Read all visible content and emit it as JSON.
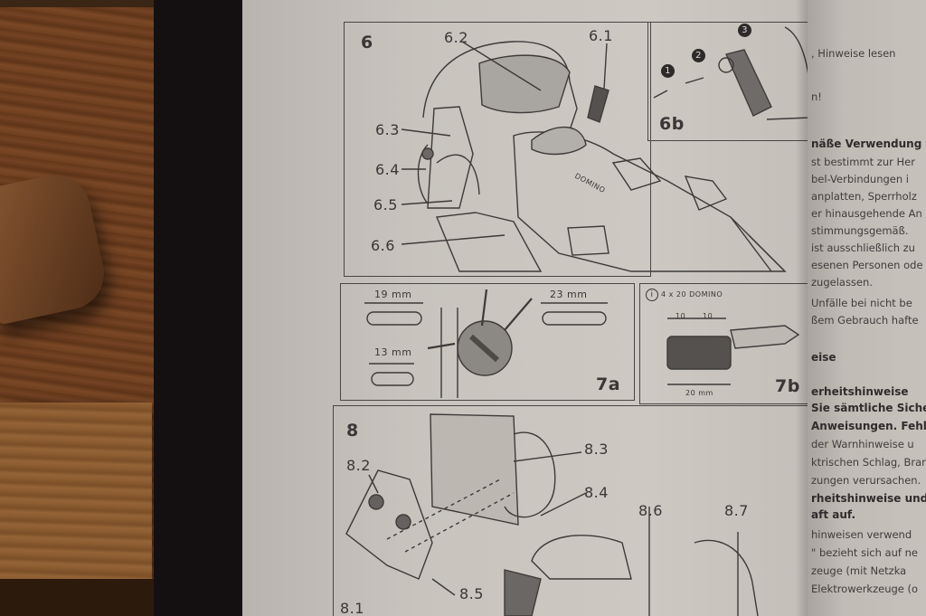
{
  "figure6": {
    "panel_number": "6",
    "callouts": [
      "6.1",
      "6.2",
      "6.3",
      "6.4",
      "6.5",
      "6.6"
    ],
    "tool_text": "DOMINO"
  },
  "figure6b": {
    "step_numbers": [
      "1",
      "2",
      "3"
    ],
    "panel_label": "6b"
  },
  "figure7a": {
    "dimensions": [
      "19 mm",
      "23 mm",
      "13 mm"
    ],
    "panel_label": "7a"
  },
  "figure7b": {
    "info_icon": "i",
    "caption": "4 x 20 DOMINO",
    "dim_left": "10",
    "dim_right": "10",
    "length": "20 mm",
    "panel_label": "7b"
  },
  "figure8": {
    "panel_number": "8",
    "callouts": [
      "8.1",
      "8.2",
      "8.3",
      "8.4",
      "8.5",
      "8.6",
      "8.7"
    ]
  },
  "right_page_text": [
    ", Hinweise lesen",
    "n!",
    "näße Verwendung",
    "st bestimmt zur Her",
    "bel-Verbindungen i",
    "anplatten, Sperrholz",
    "er hinausgehende An",
    "stimmungsgemäß.",
    "ist ausschließlich zu",
    "esenen Personen ode",
    "zugelassen.",
    "Unfälle bei nicht be",
    "ßem Gebrauch hafte",
    "eise",
    "erheitshinweise",
    "Sie sämtliche Siche",
    "Anweisungen. Fehl",
    "der Warnhinweise u",
    "ktrischen Schlag, Bran",
    "zungen verursachen.",
    "rheitshinweise und A",
    "aft auf.",
    "hinweisen verwend",
    "\" bezieht sich auf ne",
    "zeuge (mit Netzka",
    "Elektrowerkzeuge (o"
  ],
  "colors": {
    "ink": "#3a3736",
    "paper": "#cdc8c2",
    "wood": "#7a4826",
    "binder": "#141012"
  }
}
